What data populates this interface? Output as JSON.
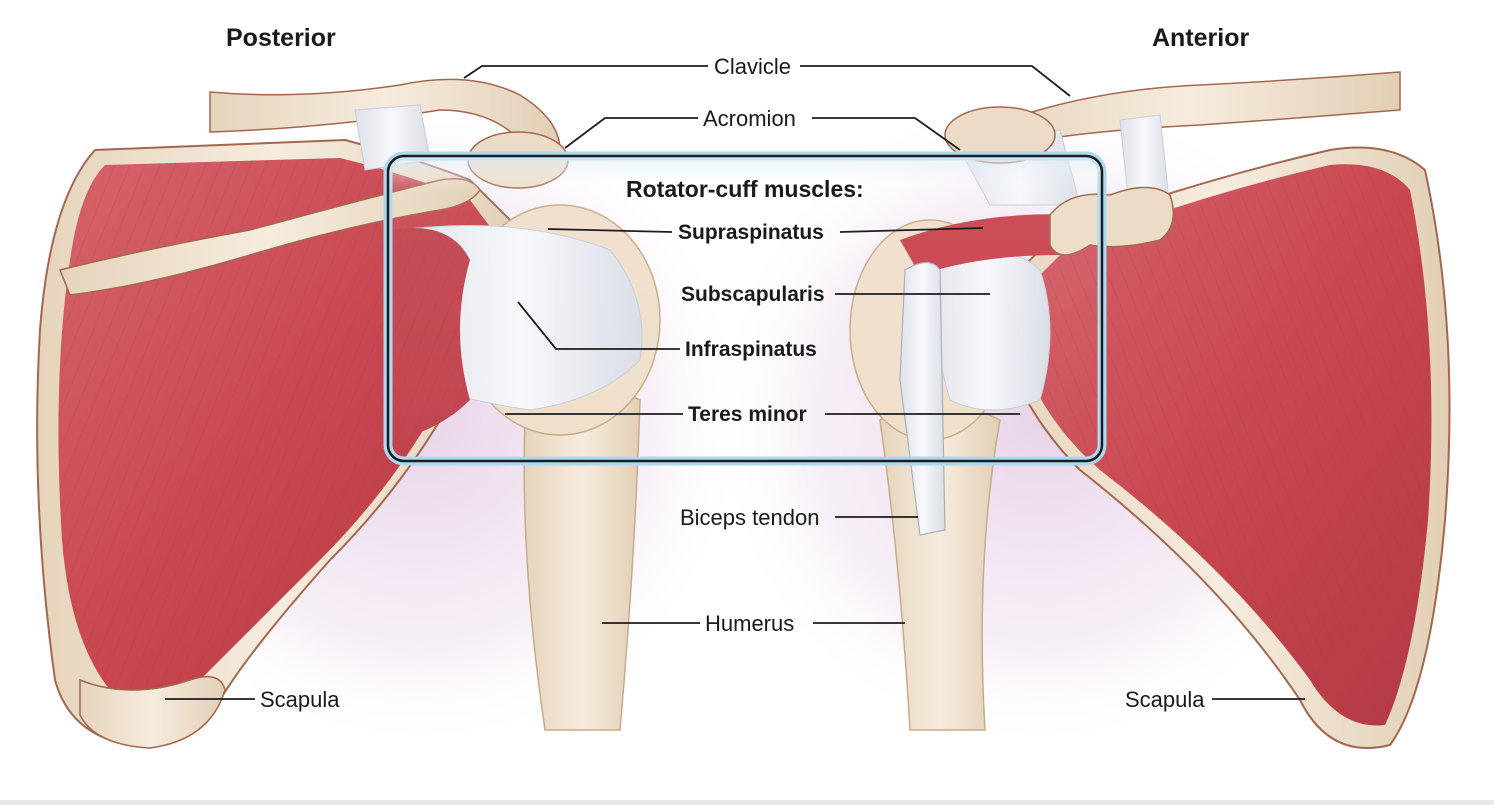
{
  "views": {
    "posterior": "Posterior",
    "anterior": "Anterior"
  },
  "labels": {
    "clavicle": "Clavicle",
    "acromion": "Acromion",
    "biceps_tendon": "Biceps tendon",
    "humerus": "Humerus",
    "scapula_left": "Scapula",
    "scapula_right": "Scapula"
  },
  "rotator_cuff": {
    "title": "Rotator-cuff muscles:",
    "muscles": [
      "Supraspinatus",
      "Subscapularis",
      "Infraspinatus",
      "Teres minor"
    ]
  },
  "colors": {
    "muscle": "#c7454f",
    "muscle_dark": "#9e2f38",
    "bone": "#efe2cf",
    "tendon": "#eef0f4",
    "box_border": "#1c1c1c",
    "box_glow": "#aed8ee",
    "halo": "#e9d8ea"
  }
}
